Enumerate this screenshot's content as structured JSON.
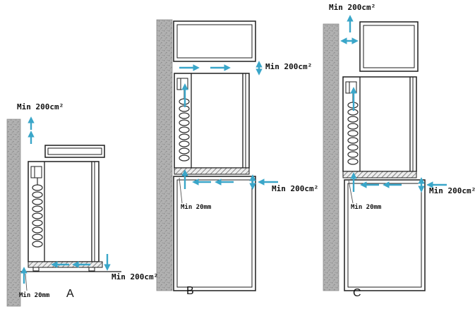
{
  "colors": {
    "arrow": "#3aa6c9",
    "wall": "#b1b1b1",
    "wall_dot": "#8d8d8d",
    "line": "#1e1e1e"
  },
  "labels": {
    "min_200": "Min 200cm²",
    "min_20": "Min 20mm"
  },
  "panels": [
    {
      "letter": "A"
    },
    {
      "letter": "B"
    },
    {
      "letter": "C"
    }
  ]
}
